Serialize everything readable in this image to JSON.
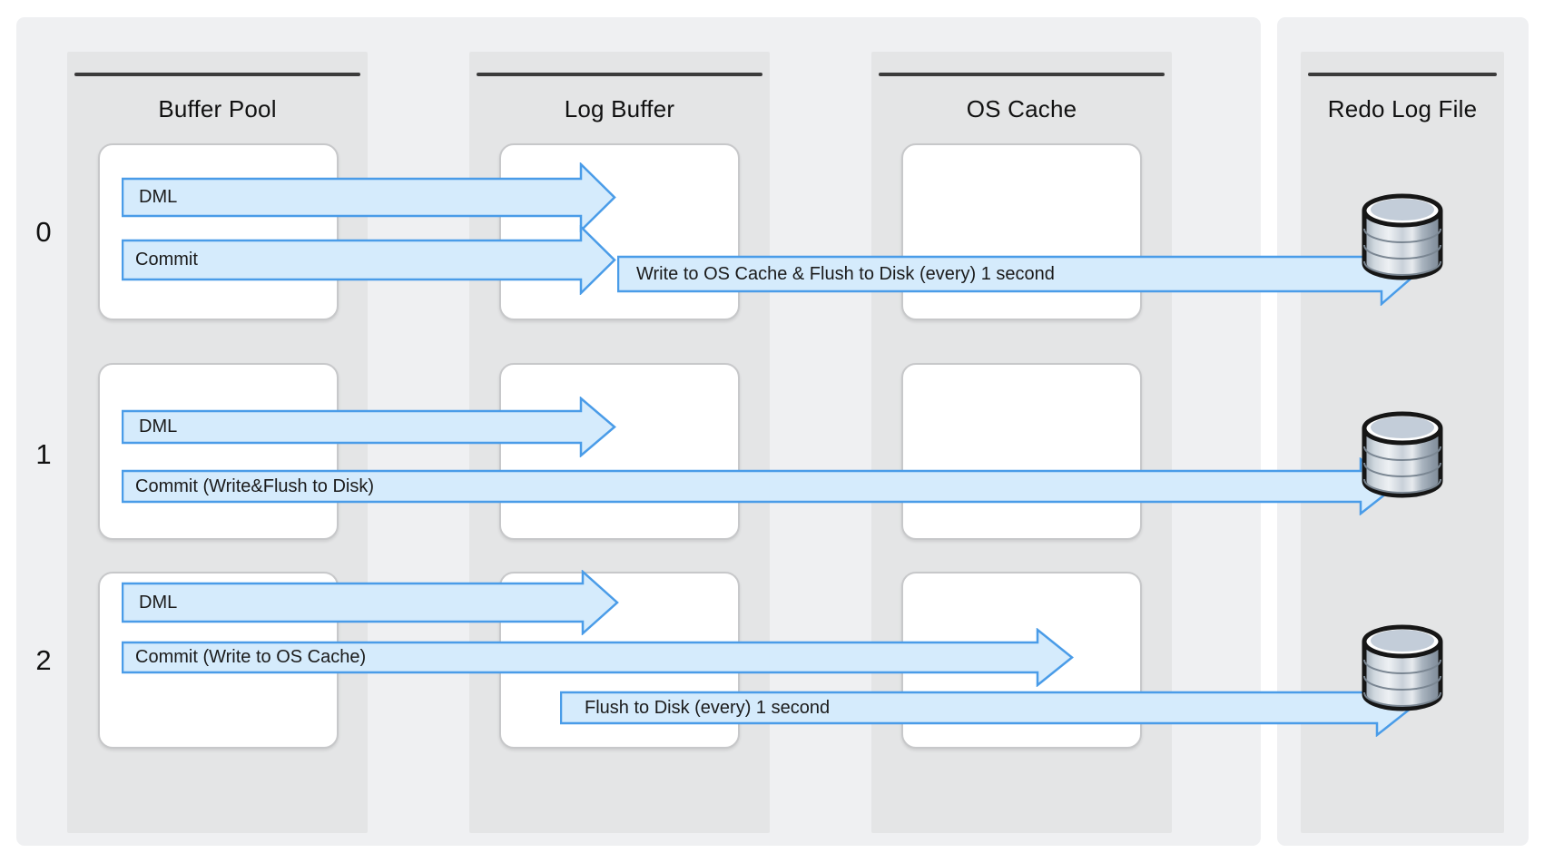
{
  "columns": [
    {
      "title": "Buffer Pool"
    },
    {
      "title": "Log Buffer"
    },
    {
      "title": "OS Cache"
    },
    {
      "title": "Redo Log File"
    }
  ],
  "rows": [
    {
      "label": "0",
      "arrows": [
        {
          "label": "DML"
        },
        {
          "label": "Commit"
        },
        {
          "label": "Write to OS Cache & Flush to Disk (every) 1 second"
        }
      ]
    },
    {
      "label": "1",
      "arrows": [
        {
          "label": "DML"
        },
        {
          "label": "Commit (Write&Flush to Disk)"
        }
      ]
    },
    {
      "label": "2",
      "arrows": [
        {
          "label": "DML"
        },
        {
          "label": "Commit (Write to OS Cache)"
        },
        {
          "label": "Flush to Disk (every) 1 second"
        }
      ]
    }
  ],
  "icons": {
    "redo_log_file": "database-cylinder-icon"
  },
  "colors": {
    "arrow_fill": "#d5ebfc",
    "arrow_stroke": "#4a9ce8",
    "panel_bg": "#eff0f2",
    "column_bg": "#e4e5e6",
    "header_line": "#3b3b3b",
    "cell_border": "#c7c8ca"
  }
}
